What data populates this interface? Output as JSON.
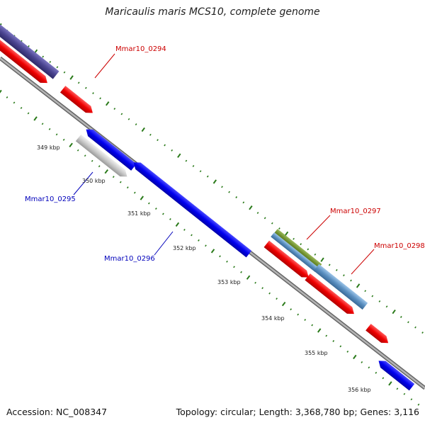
{
  "title": "Maricaulis maris MCS10, complete genome",
  "footer": {
    "accession": "Accession: NC_008347",
    "summary": "Topology: circular; Length: 3,368,780 bp; Genes: 3,116"
  },
  "ticks": [
    "349 kbp",
    "350 kbp",
    "351 kbp",
    "352 kbp",
    "353 kbp",
    "354 kbp",
    "355 kbp",
    "356 kbp"
  ],
  "gene_labels": [
    {
      "name": "Mmar10_0294",
      "color": "#cc0000"
    },
    {
      "name": "Mmar10_0295",
      "color": "#0000bb"
    },
    {
      "name": "Mmar10_0296",
      "color": "#0000bb"
    },
    {
      "name": "Mmar10_0297",
      "color": "#cc0000"
    },
    {
      "name": "Mmar10_0298",
      "color": "#cc0000"
    }
  ],
  "colors": {
    "backbone": "#8c8c8c",
    "forward_cds": "#ee0000",
    "reverse_cds": "#0000ee",
    "rna": "#c8c8c8",
    "operon": "#4a4490",
    "feature_green": "#6a8a2a",
    "feature_steel": "#5a8fc0",
    "tick_mark": "#2a7a1a"
  }
}
